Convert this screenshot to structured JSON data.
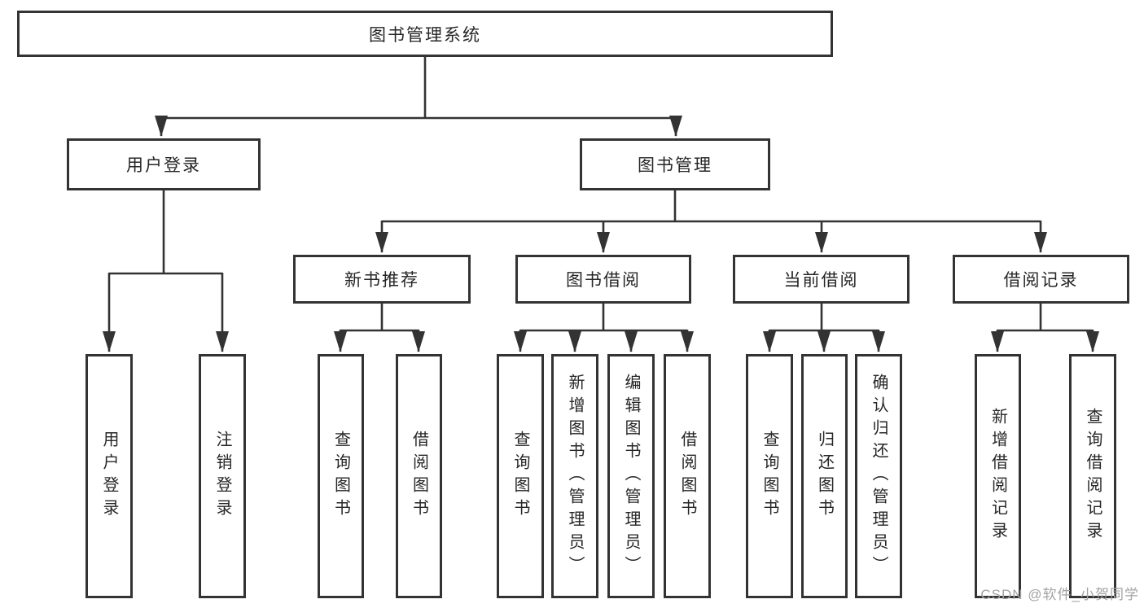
{
  "diagram_title": "图书管理系统",
  "nodes": {
    "root": "图书管理系统",
    "user_login": "用户登录",
    "book_mgmt": "图书管理",
    "new_books": "新书推荐",
    "book_borrow": "图书借阅",
    "current_borrow": "当前借阅",
    "borrow_records": "借阅记录",
    "leaf_user_login": "用户登录",
    "leaf_logout": "注销登录",
    "leaf_nb_query": "查询图书",
    "leaf_nb_borrow": "借阅图书",
    "leaf_bb_query": "查询图书",
    "leaf_bb_add": "新增图书（管理员）",
    "leaf_bb_edit": "编辑图书（管理员）",
    "leaf_bb_borrow": "借阅图书",
    "leaf_cb_query": "查询图书",
    "leaf_cb_return": "归还图书",
    "leaf_cb_confirm": "确认归还（管理员）",
    "leaf_br_add": "新增借阅记录",
    "leaf_br_query": "查询借阅记录"
  },
  "tree": {
    "图书管理系统": {
      "用户登录": [
        "用户登录",
        "注销登录"
      ],
      "图书管理": {
        "新书推荐": [
          "查询图书",
          "借阅图书"
        ],
        "图书借阅": [
          "查询图书",
          "新增图书（管理员）",
          "编辑图书（管理员）",
          "借阅图书"
        ],
        "当前借阅": [
          "查询图书",
          "归还图书",
          "确认归还（管理员）"
        ],
        "借阅记录": [
          "新增借阅记录",
          "查询借阅记录"
        ]
      }
    }
  },
  "watermark": "CSDN @软件_小贺同学",
  "colors": {
    "line": "#333333",
    "box_border": "#333333",
    "text": "#262626",
    "watermark": "#a3a3a3",
    "background": "#ffffff"
  }
}
